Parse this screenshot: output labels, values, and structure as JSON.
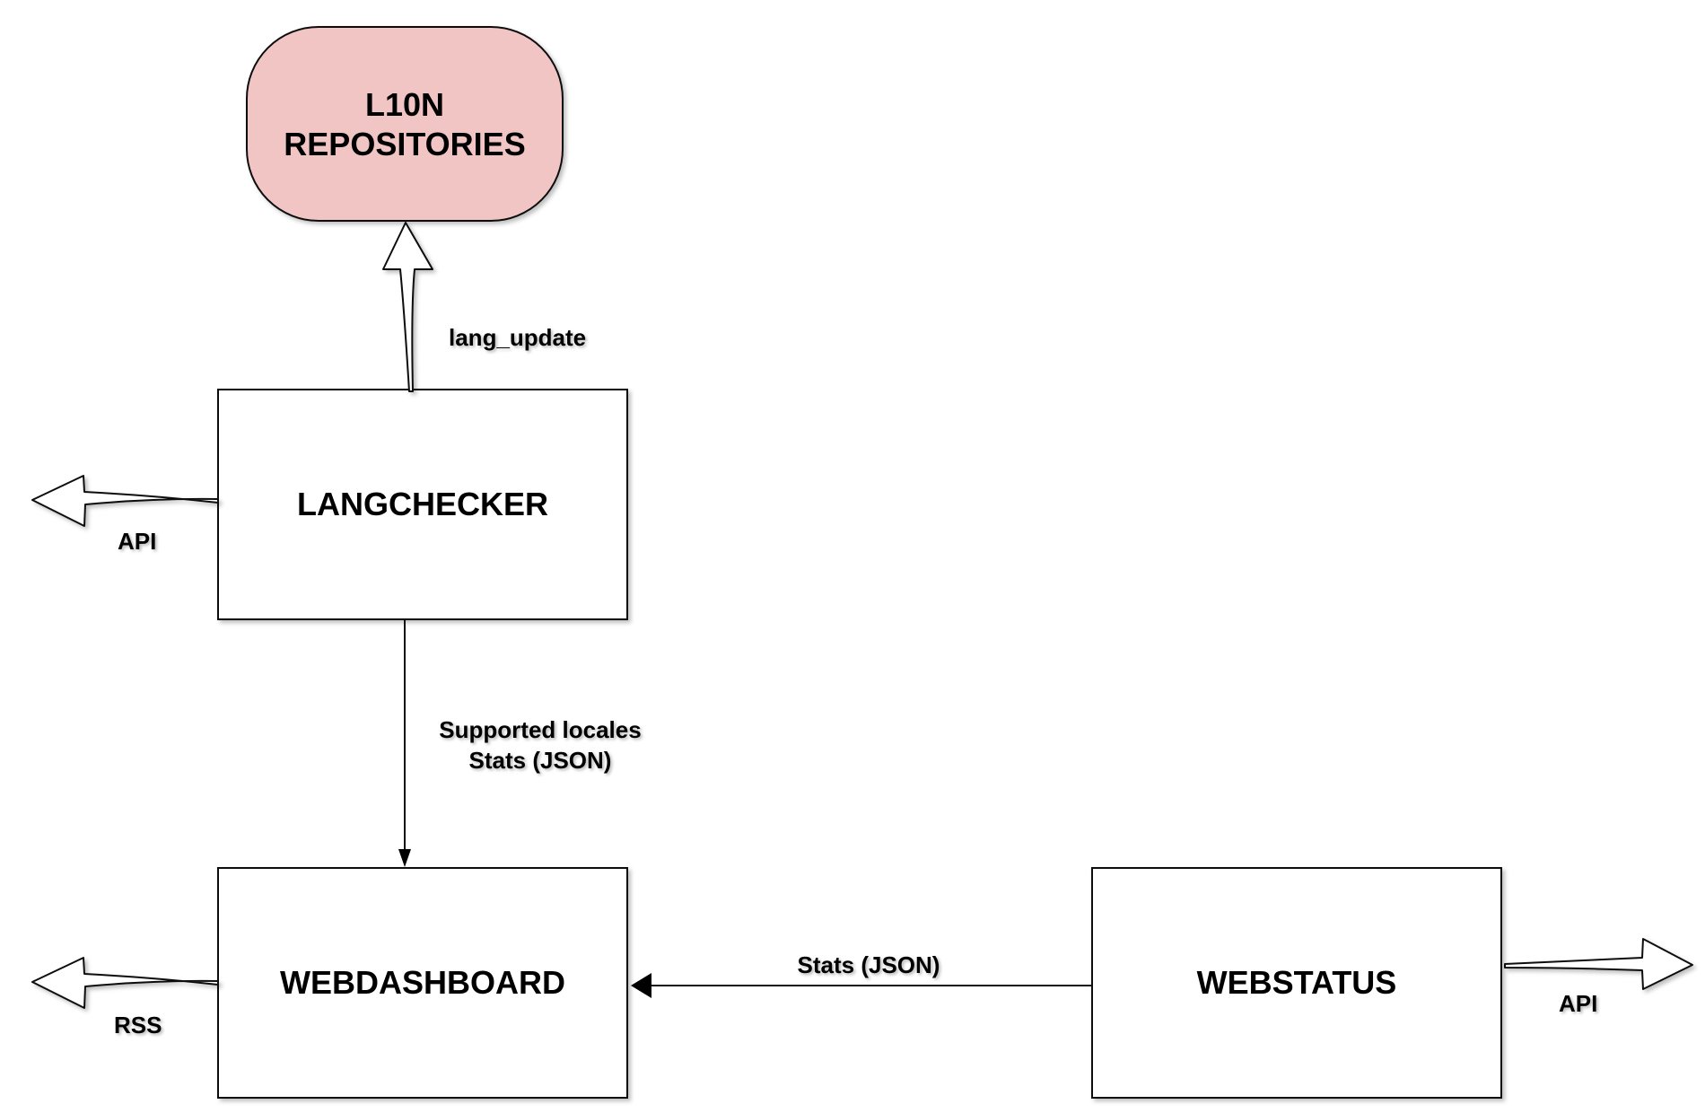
{
  "nodes": {
    "repositories": {
      "line1": "L10N",
      "line2": "REPOSITORIES",
      "fill": "#f2c5c5"
    },
    "langchecker": {
      "label": "LANGCHECKER"
    },
    "webdashboard": {
      "label": "WEBDASHBOARD"
    },
    "webstatus": {
      "label": "WEBSTATUS"
    }
  },
  "edges": {
    "lang_update": {
      "label": "lang_update"
    },
    "langchecker_api": {
      "label": "API"
    },
    "supported_locales": {
      "line1": "Supported locales",
      "line2": "Stats (JSON)"
    },
    "webstatus_stats": {
      "label": "Stats (JSON)"
    },
    "webdashboard_rss": {
      "label": "RSS"
    },
    "webstatus_api": {
      "label": "API"
    }
  }
}
